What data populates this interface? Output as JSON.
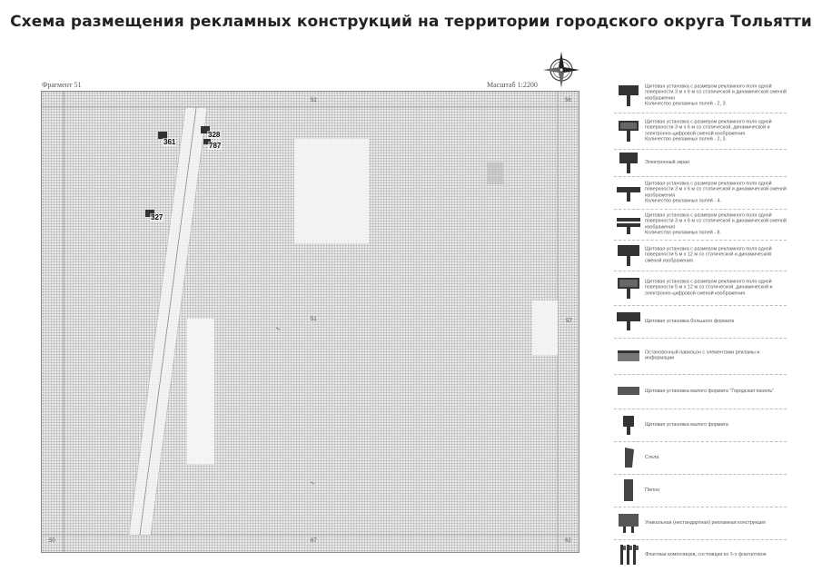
{
  "title": "Схема размещения рекламных конструкций на территории городского округа Тольятти",
  "fragment": "Фрагмент 51",
  "scale": "Масштаб 1:2200",
  "map": {
    "cells": [
      {
        "label": "52",
        "pos": "top-center"
      },
      {
        "label": "56",
        "pos": "top-right"
      },
      {
        "label": "51",
        "pos": "center"
      },
      {
        "label": "57",
        "pos": "right"
      },
      {
        "label": "50",
        "pos": "bottom-left"
      },
      {
        "label": "67",
        "pos": "bottom-center"
      },
      {
        "label": "62",
        "pos": "bottom-right"
      }
    ],
    "ads": [
      {
        "id": "361"
      },
      {
        "id": "328"
      },
      {
        "id": "787"
      },
      {
        "id": "327"
      }
    ]
  },
  "legend": [
    {
      "icon": "billboard-3x6-icon",
      "text": "Щитовая установка с размером рекламного поля одной поверхности 3 м х 6 м со статической и динамической сменой изображения\nКоличество рекламных полей - 2, 3."
    },
    {
      "icon": "billboard-3x6-digital-icon",
      "text": "Щитовая установка с размером рекламного поля одной поверхности 3 м х 6 м со статической, динамической и электронно-цифровой сменой изображения\nКоличество рекламных полей - 2, 3."
    },
    {
      "icon": "electronic-screen-icon",
      "text": "Электронный экран"
    },
    {
      "icon": "billboard-3x6-four-fields-icon",
      "text": "Щитовая установка с размером рекламного поля одной поверхности 3 м х 6 м со статической и динамической сменой изображения\nКоличество рекламных полей - 4."
    },
    {
      "icon": "billboard-3x6-eight-fields-icon",
      "text": "Щитовая установка с размером рекламного поля одной поверхности 3 м х 6 м со статической и динамической сменой изображения\nКоличество рекламных полей - 8."
    },
    {
      "icon": "billboard-5x12-icon",
      "text": "Щитовая установка с размером рекламного поля одной поверхности 5 м х 12 м со статической и динамической сменой изображения"
    },
    {
      "icon": "billboard-5x12-digital-icon",
      "text": "Щитовая установка с размером рекламного поля одной поверхности 5 м х 12 м со статической, динамической и электронно-цифровой сменой изображения"
    },
    {
      "icon": "large-format-billboard-icon",
      "text": "Щитовая установка большого формата"
    },
    {
      "icon": "pavilion-icon",
      "text": "Остановочный павильон с элементами рекламы и информации"
    },
    {
      "icon": "small-format-city-board-icon",
      "text": "Щитовая установка малого формата \"Городская панель\""
    },
    {
      "icon": "small-format-board-icon",
      "text": "Щитовая установка малого формата"
    },
    {
      "icon": "stele-icon",
      "text": "Стела"
    },
    {
      "icon": "pylon-icon",
      "text": "Пилон"
    },
    {
      "icon": "unique-structure-icon",
      "text": "Уникальная (нестандартная) рекламная конструкция"
    },
    {
      "icon": "flag-composition-icon",
      "text": "Флаговая композиция, состоящая из 3-х флагштоков"
    }
  ]
}
